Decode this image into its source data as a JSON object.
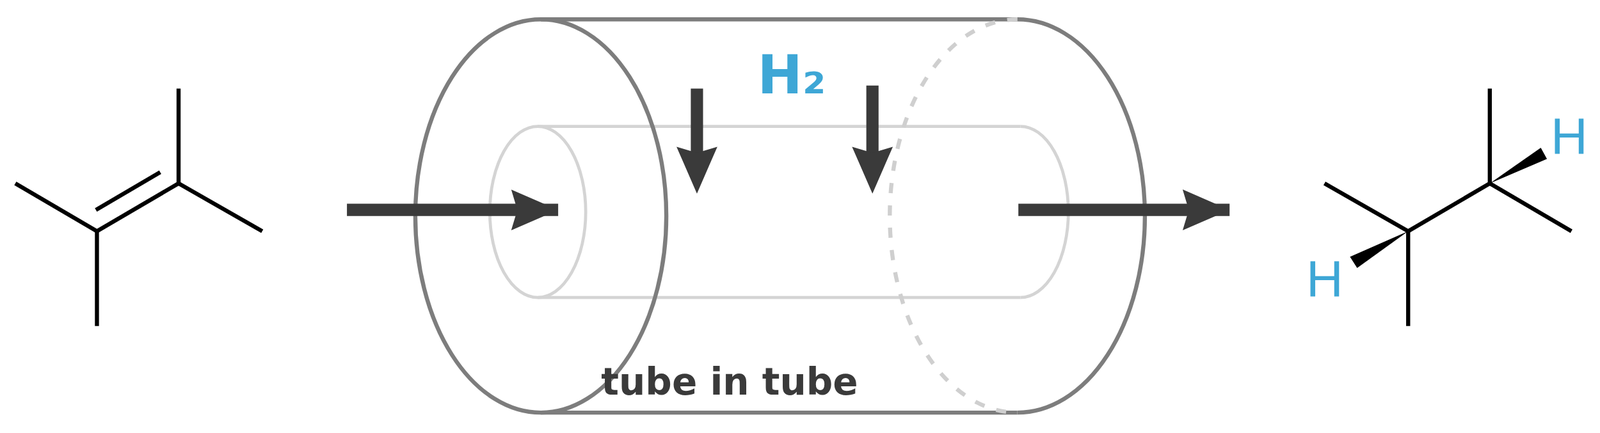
{
  "diagram": {
    "labels": [
      "H₂",
      "tube in tube",
      "H",
      "H"
    ]
  }
}
